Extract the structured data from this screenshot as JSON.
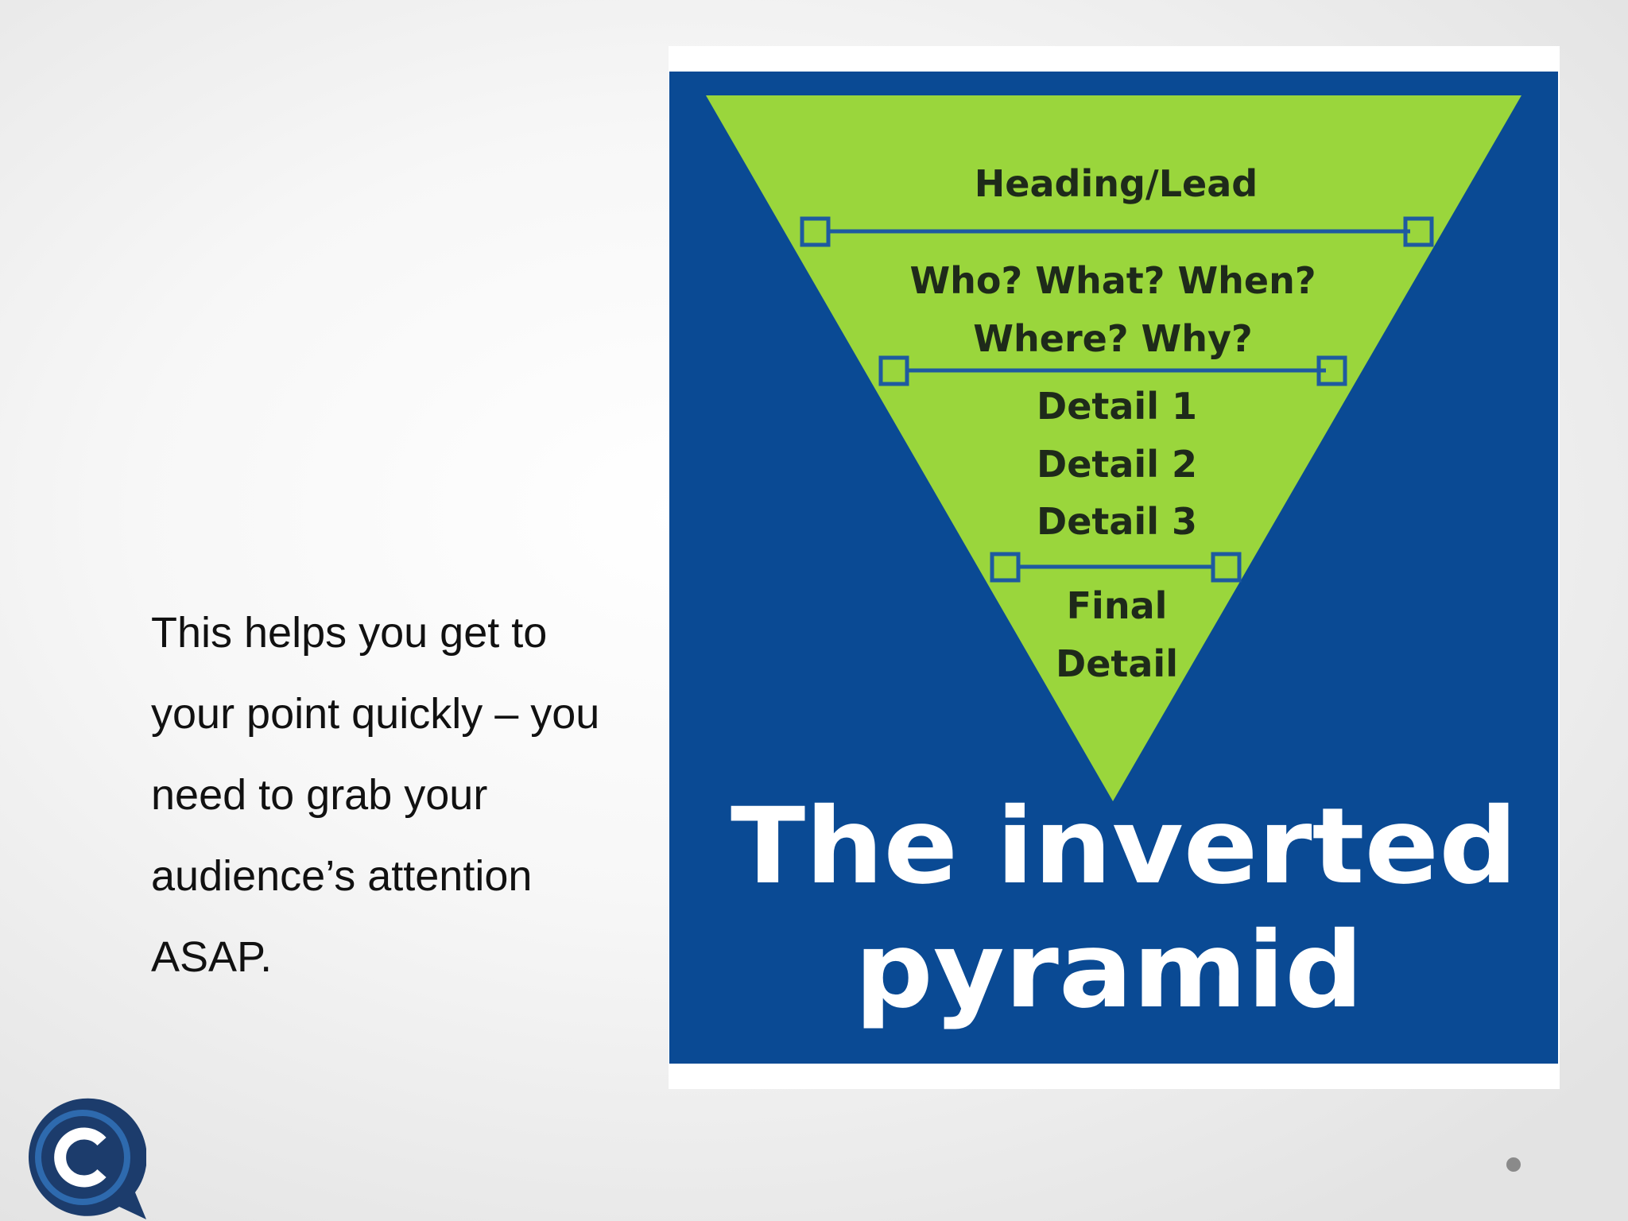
{
  "slide": {
    "body_text": "This helps you get to\nyour point quickly – you\nneed to grab your\naudience’s attention\nASAP."
  },
  "pyramid": {
    "levels": [
      {
        "lines": [
          "Heading/Lead"
        ]
      },
      {
        "lines": [
          "Who? What? When?",
          "Where? Why?"
        ]
      },
      {
        "lines": [
          "Detail 1",
          "Detail 2",
          "Detail 3"
        ]
      },
      {
        "lines": [
          "Final",
          "Detail"
        ]
      }
    ],
    "title_lines": [
      "The inverted",
      "pyramid"
    ]
  },
  "colors": {
    "panel_blue": "#0a4a94",
    "pyramid_green": "#9ad63c",
    "divider_blue": "#1e5aa0",
    "text_dark": "#1e2a1a",
    "title_white": "#ffffff",
    "logo_navy": "#1c3c6c",
    "logo_ring": "#2e6aae"
  },
  "icons": {
    "logo": "c-speech-bubble-logo",
    "page_indicator": "page-dot-icon"
  }
}
